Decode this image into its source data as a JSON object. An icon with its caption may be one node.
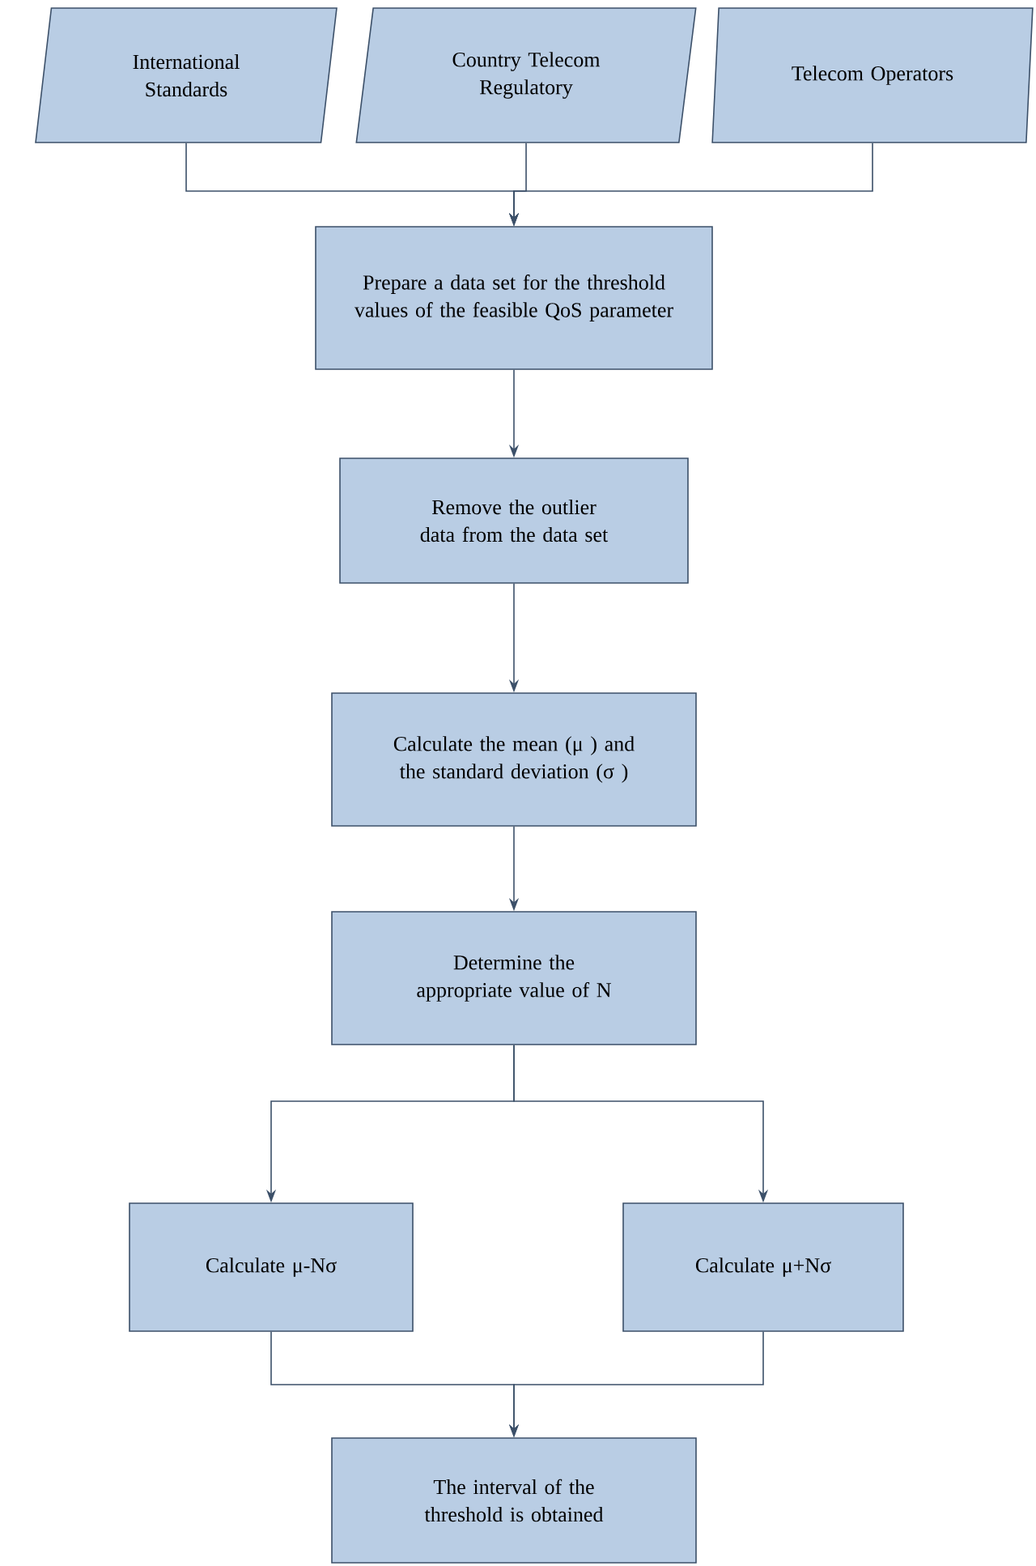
{
  "diagram": {
    "nodes": [
      {
        "text": [
          "International Standards"
        ]
      },
      {
        "text": [
          "Country Telecom Regulatory"
        ]
      },
      {
        "text": [
          "Telecom Operators"
        ]
      },
      {
        "text": [
          "Prepare a data set for the threshold values of the feasible QoS parameter"
        ]
      },
      {
        "text": [
          "Remove the outlier data from the data set"
        ]
      },
      {
        "text": [
          "Calculate the mean (μ ) and the standard deviation (σ )"
        ]
      },
      {
        "text": [
          "Determine the appropriate value of N"
        ]
      },
      {
        "text": [
          "Calculate μ-Nσ"
        ]
      },
      {
        "text": [
          "Calculate μ+Nσ"
        ]
      },
      {
        "text": [
          "The interval of the threshold is obtained"
        ]
      }
    ],
    "edges": [
      {
        "from": 0,
        "to": 3,
        "arrow": "to"
      },
      {
        "from": 1,
        "to": 3,
        "arrow": "to"
      },
      {
        "from": 2,
        "to": 3,
        "arrow": "to"
      },
      {
        "from": 3,
        "to": 4,
        "arrow": "to"
      },
      {
        "from": 4,
        "to": 5,
        "arrow": "to"
      },
      {
        "from": 5,
        "to": 6,
        "arrow": "to"
      },
      {
        "from": 6,
        "to": 7,
        "arrow": "to"
      },
      {
        "from": 6,
        "to": 8,
        "arrow": "to"
      },
      {
        "from": 7,
        "to": 9,
        "arrow": "to"
      },
      {
        "from": 8,
        "to": 9,
        "arrow": "to"
      }
    ]
  }
}
